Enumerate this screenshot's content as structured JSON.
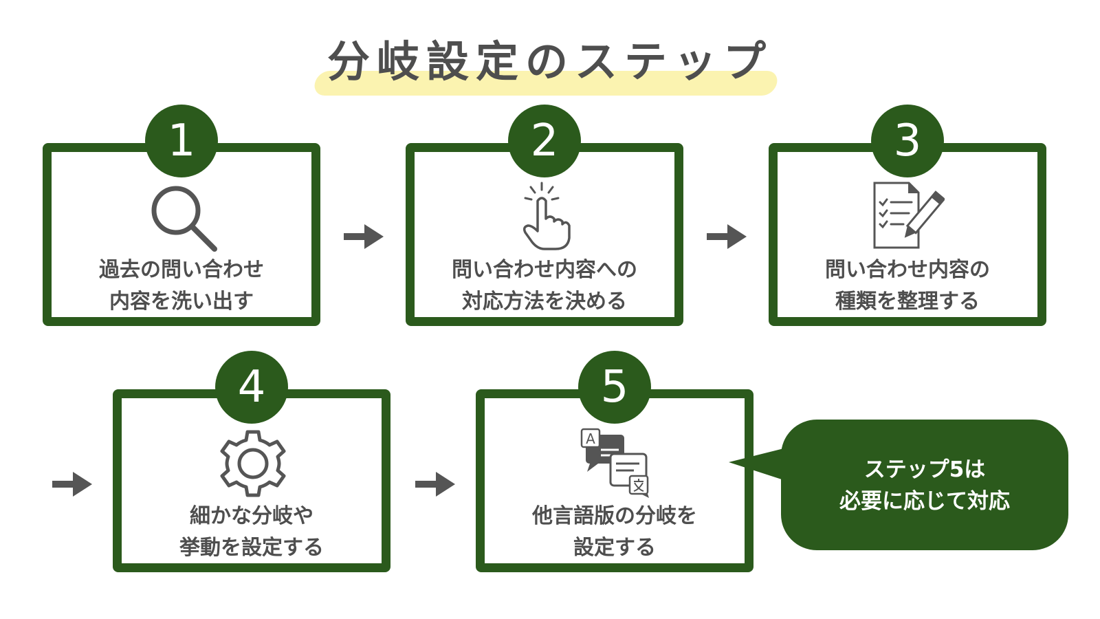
{
  "title": "分岐設定のステップ",
  "colors": {
    "primary_green": "#2b5a1c",
    "text_gray": "#4e4e4e",
    "highlight_yellow": "#fbf3b0",
    "arrow_gray": "#555555"
  },
  "steps": [
    {
      "number": "1",
      "icon": "magnifier-icon",
      "label_lines": [
        "過去の問い合わせ",
        "内容を洗い出す"
      ]
    },
    {
      "number": "2",
      "icon": "pointing-hand-icon",
      "label_lines": [
        "問い合わせ内容への",
        "対応方法を決める"
      ]
    },
    {
      "number": "3",
      "icon": "checklist-pen-icon",
      "label_lines": [
        "問い合わせ内容の",
        "種類を整理する"
      ]
    },
    {
      "number": "4",
      "icon": "gear-icon",
      "label_lines": [
        "細かな分岐や",
        "挙動を設定する"
      ]
    },
    {
      "number": "5",
      "icon": "translate-icon",
      "label_lines": [
        "他言語版の分岐を",
        "設定する"
      ]
    }
  ],
  "note": {
    "lines": [
      "ステップ5は",
      "必要に応じて対応"
    ]
  }
}
